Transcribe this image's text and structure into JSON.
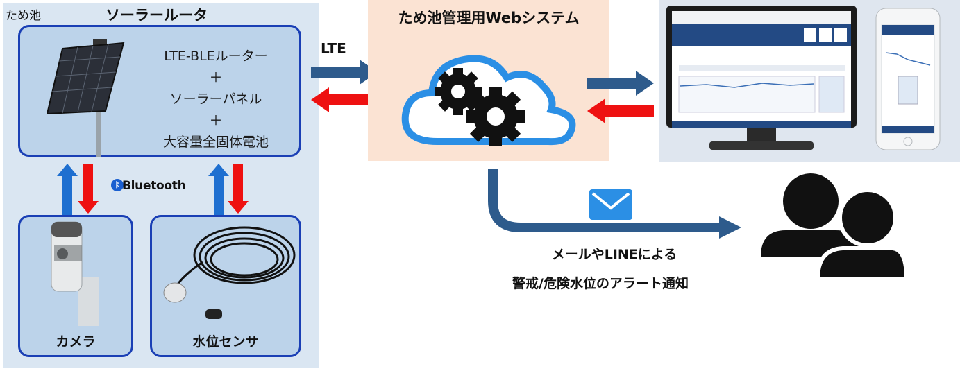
{
  "left": {
    "tameike": "ため池",
    "solar_title": "ソーラールータ",
    "router_lines": [
      "LTE-BLEルーター",
      "＋",
      "ソーラーパネル",
      "＋",
      "大容量全固体電池"
    ],
    "bluetooth": "Bluetooth",
    "camera": "カメラ",
    "sensor": "水位センサ"
  },
  "center": {
    "title": "ため池管理用Webシステム",
    "lte": "LTE"
  },
  "notify": {
    "line1": "メールやLINEによる",
    "line2": "警戒/危険水位のアラート通知"
  },
  "colors": {
    "blue_arrow": "#2e5b8c",
    "red_arrow": "#ee1111",
    "box_border": "#1a3fb5",
    "left_bg": "#dae6f2",
    "web_bg": "#fbe3d3",
    "icon_blue": "#2b8fe5"
  }
}
